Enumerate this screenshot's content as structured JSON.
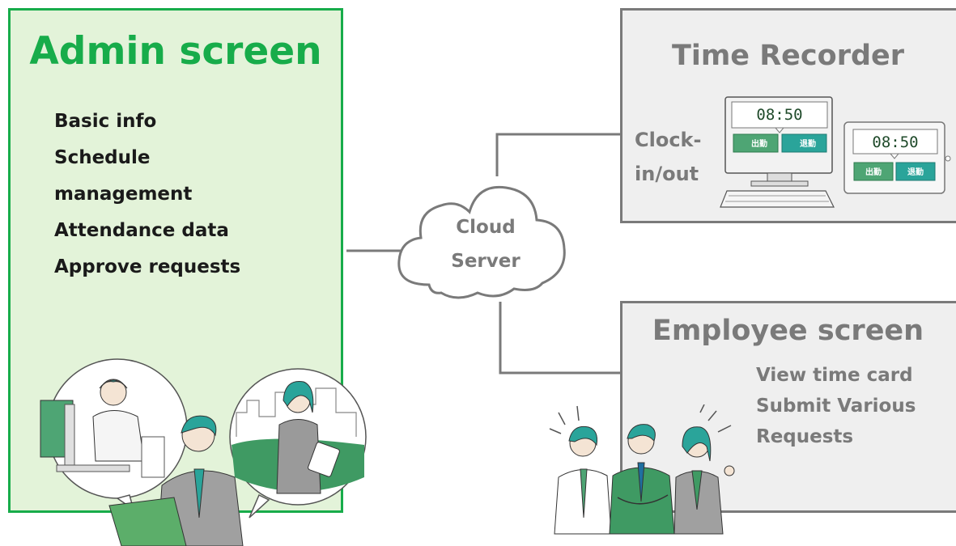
{
  "admin": {
    "title": "Admin screen",
    "items": [
      "Basic info",
      "Schedule",
      "management",
      "Attendance data",
      "Approve requests"
    ]
  },
  "cloud": {
    "line1": "Cloud",
    "line2": "Server"
  },
  "time_recorder": {
    "title": "Time Recorder",
    "clock_label_line1": "Clock-",
    "clock_label_line2": "in/out",
    "desktop_time": "08:50",
    "tablet_time": "08:50",
    "btn_in": "出勤",
    "btn_out": "退勤"
  },
  "employee": {
    "title": "Employee screen",
    "items": [
      "View time card",
      "Submit Various",
      "Requests"
    ]
  },
  "colors": {
    "green": "#17ac4a",
    "light_green": "#e3f3d9",
    "gray": "#7a7a7a",
    "light_gray": "#efefef",
    "teal": "#2aa49a"
  }
}
